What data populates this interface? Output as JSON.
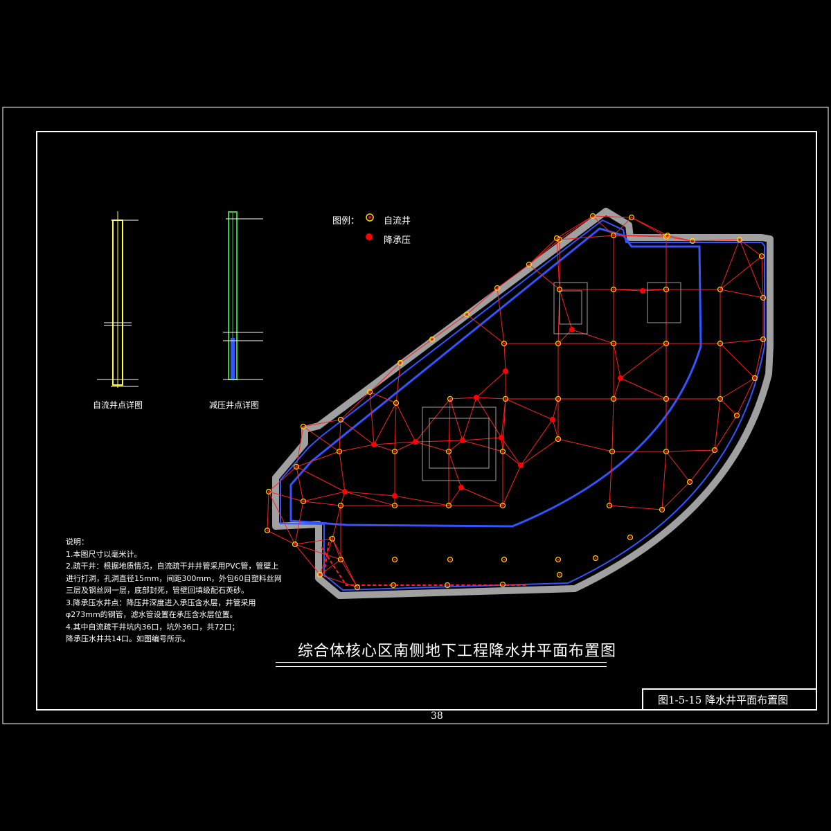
{
  "title": "综合体核心区南侧地下工程降水井平面布置图",
  "caption": "图1-5-15 降水井平面布置图",
  "page_number": "38",
  "legend": {
    "label": "图例：",
    "items": [
      {
        "label": "自流井",
        "symbol": "yellow-ring-red-dot"
      },
      {
        "label": "降承压",
        "symbol": "red-dot"
      }
    ]
  },
  "details": {
    "well_a_caption": "自流井点详图",
    "well_b_caption": "减压井点详图"
  },
  "notes": {
    "heading": "说明：",
    "lines": [
      "1.本图尺寸以毫米计。",
      "2.疏干井：根据地质情况，自流疏干井井管采用PVC管，管壁上",
      "  进行打洞，孔洞直径15mm，间距300mm，外包60目塑料丝网",
      "  三层及钢丝网一层，底部封死，管壁回填级配石英砂。",
      "3.降承压水井点：降压井深度进入承压含水层，井管采用",
      "  φ273mm的钢管，滤水管设置在承压含水层位置。",
      "4.其中自流疏干井坑内36口，坑外36口，共72口；",
      "  降承压水井共14口。如图编号所示。"
    ]
  },
  "colors": {
    "background": "#000000",
    "frame": "#ffffff",
    "mesh": "#ff2020",
    "pit_boundary": "#3355ff",
    "retaining_wall": "#a0a0a0",
    "well_ring": "#ffd700",
    "well_dot": "#ff0000",
    "detail_a": "#ffff33",
    "detail_b": "#33cc33"
  }
}
